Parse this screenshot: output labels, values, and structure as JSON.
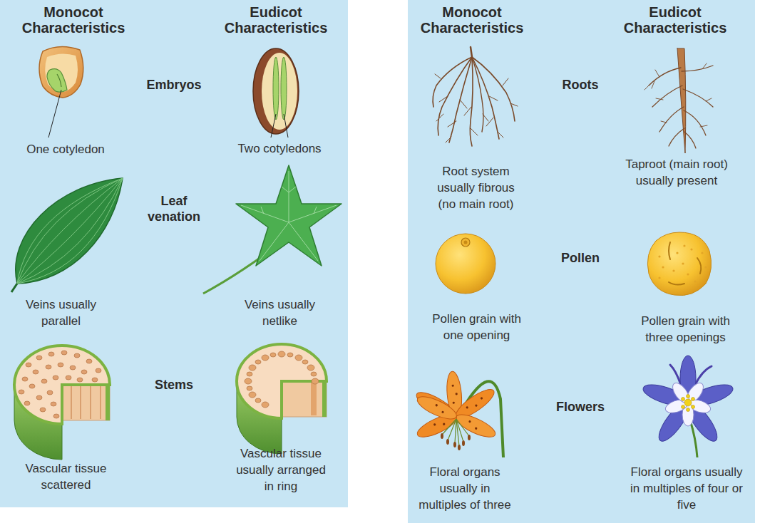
{
  "diagram": {
    "nodes": [
      {
        "text": [
          "Monocot Characteristics",
          "Eudicot Characteristics",
          "Embryos",
          "One cotyledon",
          "Two cotyledons",
          "Leaf venation",
          "Veins usually parallel",
          "Veins usually netlike",
          "Stems",
          "Vascular tissue scattered",
          "Vascular tissue usually arranged in ring"
        ]
      },
      {
        "text": [
          "Monocot Characteristics",
          "Eudicot Characteristics",
          "Roots",
          "Root system usually fibrous (no main root)",
          "Taproot (main root) usually present",
          "Pollen",
          "Pollen grain with one opening",
          "Pollen grain with three openings",
          "Flowers",
          "Floral organs usually in multiples of three",
          "Floral organs usually in multiples of four or five"
        ]
      }
    ]
  }
}
